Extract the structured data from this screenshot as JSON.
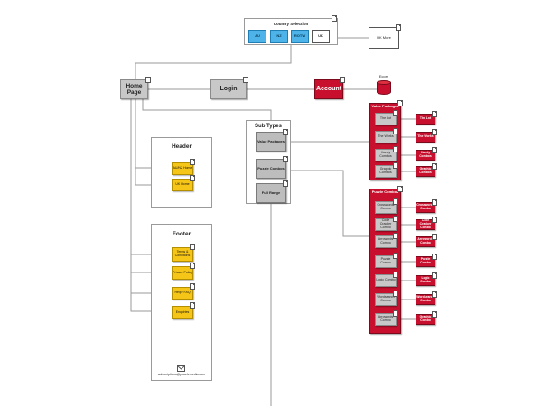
{
  "country": {
    "title": "Country Selection",
    "options": [
      "AU",
      "NZ",
      "ROTW",
      "UK"
    ],
    "uk_more": "UK More"
  },
  "nav": {
    "home": "Home Page",
    "login": "Login",
    "account": "Account",
    "db_label": "Ecors"
  },
  "header_panel": {
    "title": "Header",
    "items": [
      "AU/NZ Home",
      "UK Home"
    ]
  },
  "footer_panel": {
    "title": "Footer",
    "items": [
      "Terms & Conditions",
      "Privacy Policy",
      "Help / FAQ",
      "Enquiries"
    ],
    "email": "subscriptions@puzzlemedia.com"
  },
  "subtypes": {
    "title": "Sub Types",
    "items": [
      "Value Packages",
      "Puzzle Combos",
      "Full Range"
    ]
  },
  "value_packages": {
    "title": "Value Packages",
    "items": [
      {
        "label": "The Lot",
        "detail": "The Lot"
      },
      {
        "label": "The Works",
        "detail": "The Works"
      },
      {
        "label": "Handy Combos",
        "detail": "Handy Combos"
      },
      {
        "label": "Graphic Combos",
        "detail": "Graphic Combos"
      }
    ]
  },
  "puzzle_combos": {
    "title": "Puzzle Combos",
    "items": [
      {
        "label": "Crosswords Combo",
        "detail": "Crosswords Combo"
      },
      {
        "label": "Code Cracker Combo",
        "detail": "Code Cracker Combo"
      },
      {
        "label": "Arrowords Combo",
        "detail": "Arrowords Combo"
      },
      {
        "label": "Puzzle Combo",
        "detail": "Puzzle Combo"
      },
      {
        "label": "Logic Combo",
        "detail": "Logic Combo"
      },
      {
        "label": "Wordsearch Combo",
        "detail": "Wordsearch Combo"
      },
      {
        "label": "Arrowords Combo",
        "detail": "Graphic Combo"
      }
    ]
  }
}
